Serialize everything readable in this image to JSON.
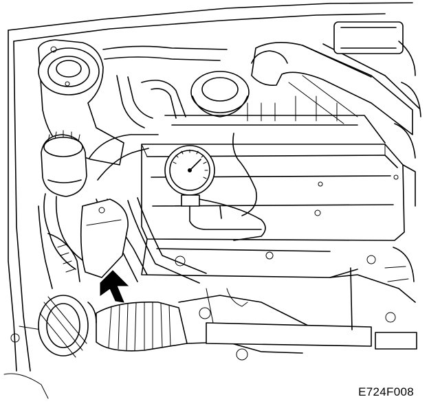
{
  "figure": {
    "code": "E724F008",
    "subject": "engine-bay-line-drawing",
    "gauge": "pressure-gauge",
    "pointer": "arrow-icon"
  }
}
